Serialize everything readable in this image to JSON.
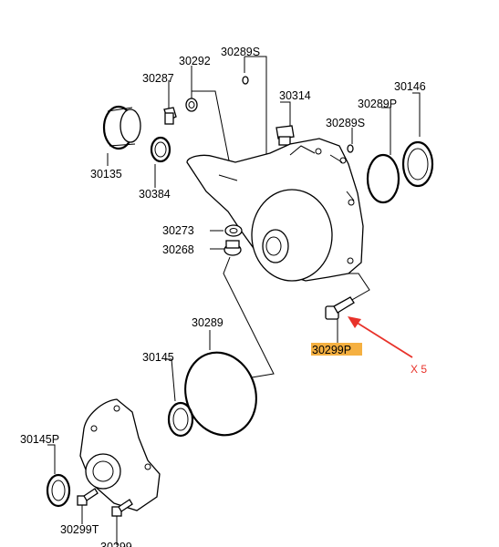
{
  "diagram": {
    "parts": {
      "p30289S_top": "30289S",
      "p30292": "30292",
      "p30287": "30287",
      "p30314": "30314",
      "p30146": "30146",
      "p30289P": "30289P",
      "p30289S_right": "30289S",
      "p30135": "30135",
      "p30384": "30384",
      "p30273": "30273",
      "p30268": "30268",
      "p30289": "30289",
      "p30145": "30145",
      "p30299P": "30299P",
      "p30145P": "30145P",
      "p30299T": "30299T",
      "p_bottom_partial": "30299"
    },
    "quantity_note": "X 5",
    "colors": {
      "highlight": "#f5b041",
      "arrow": "#e8322a",
      "line": "#000000"
    }
  }
}
